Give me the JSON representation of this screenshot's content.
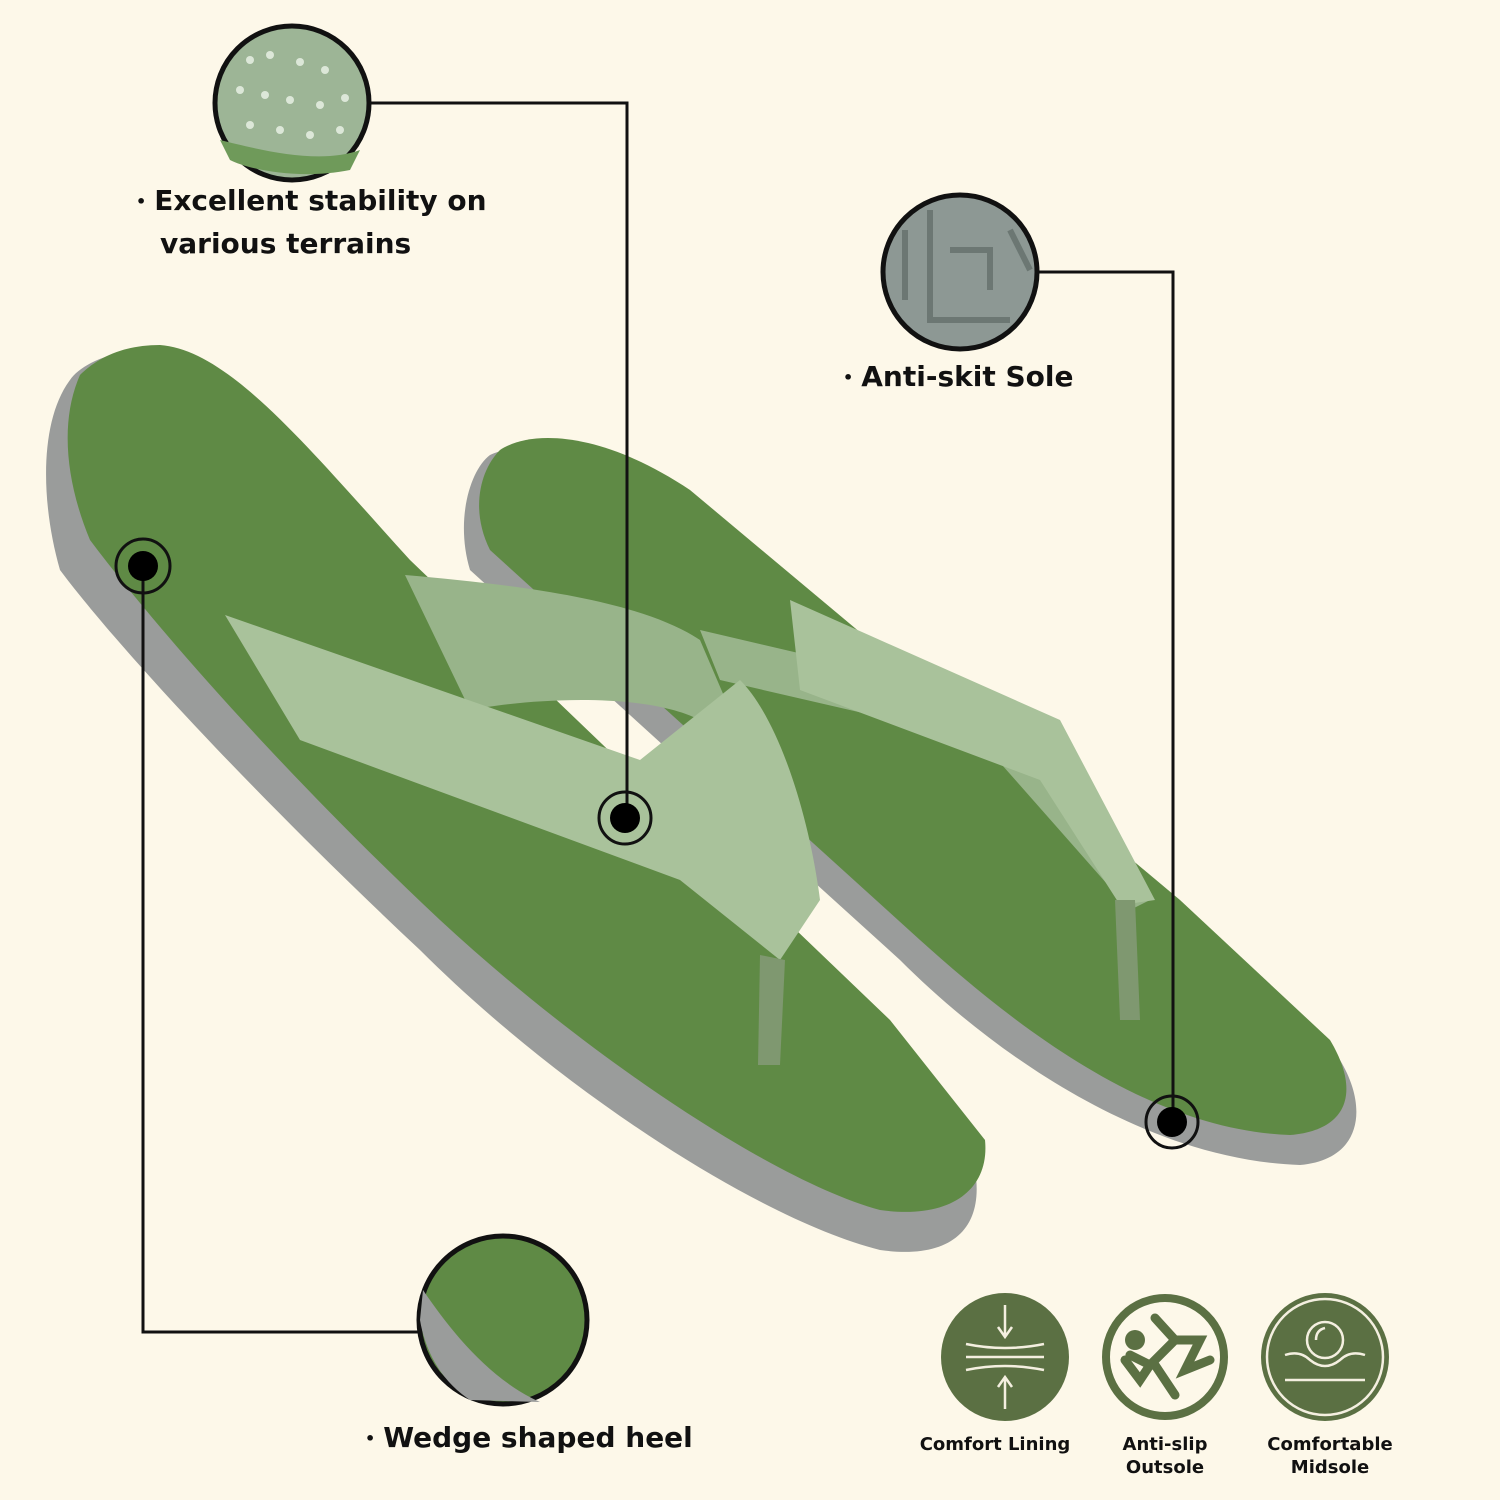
{
  "callouts": [
    {
      "bullet": "•",
      "text_line1": "Excellent stability on",
      "text_line2": "various terrains"
    },
    {
      "bullet": "•",
      "text": "Anti-skit Sole"
    },
    {
      "bullet": "•",
      "text": "Wedge shaped heel"
    }
  ],
  "features": [
    {
      "icon": "compression-arrows-icon",
      "label": "Comfort Lining"
    },
    {
      "icon": "slipping-person-icon",
      "label_line1": "Anti-slip",
      "label_line2": "Outsole"
    },
    {
      "icon": "ball-on-cushion-icon",
      "label_line1": "Comfortable",
      "label_line2": "Midsole"
    }
  ],
  "colors": {
    "background": "#fdf8e9",
    "icon_green": "#5b7043",
    "insole_green": "#5f8a45",
    "strap_green": "#98b48a",
    "sole_grey": "#9a9c9b"
  }
}
